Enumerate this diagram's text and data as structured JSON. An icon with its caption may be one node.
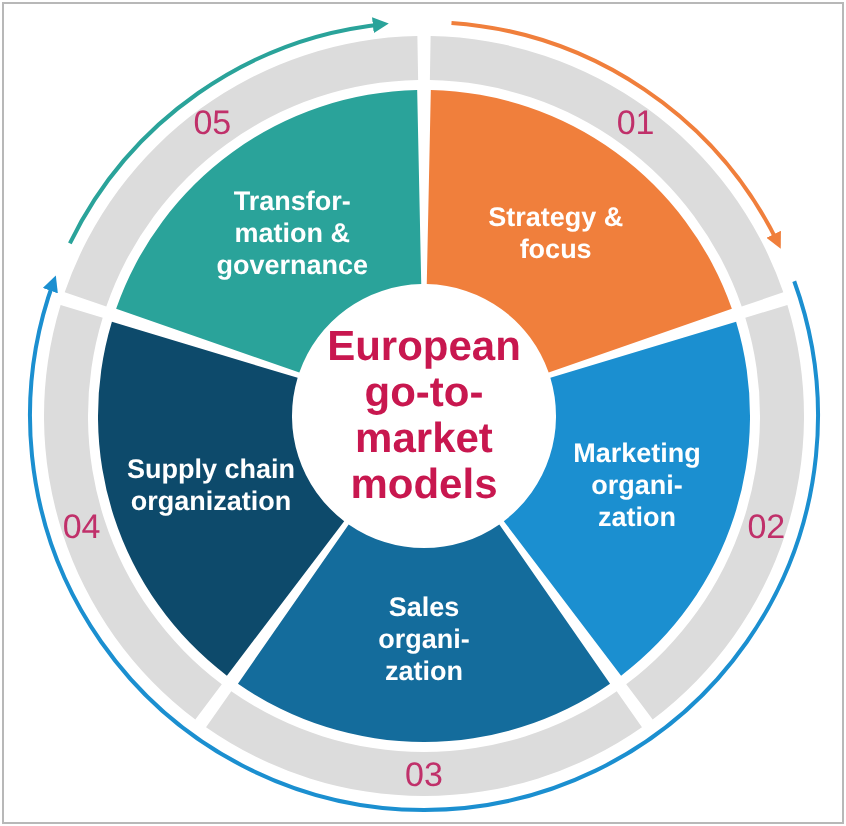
{
  "diagram": {
    "nodes": [
      {
        "text": [
          "European go-to-market models"
        ]
      },
      {
        "text": [
          "Strategy & focus"
        ],
        "beside": [
          "01"
        ]
      },
      {
        "text": [
          "Marketing organi-zation"
        ],
        "beside": [
          "02"
        ]
      },
      {
        "text": [
          "Sales organi-zation"
        ],
        "beside": [
          "03"
        ]
      },
      {
        "text": [
          "Supply chain organization"
        ],
        "beside": [
          "04"
        ]
      },
      {
        "text": [
          "Transfor-mation & governance"
        ],
        "beside": [
          "05"
        ]
      }
    ]
  }
}
